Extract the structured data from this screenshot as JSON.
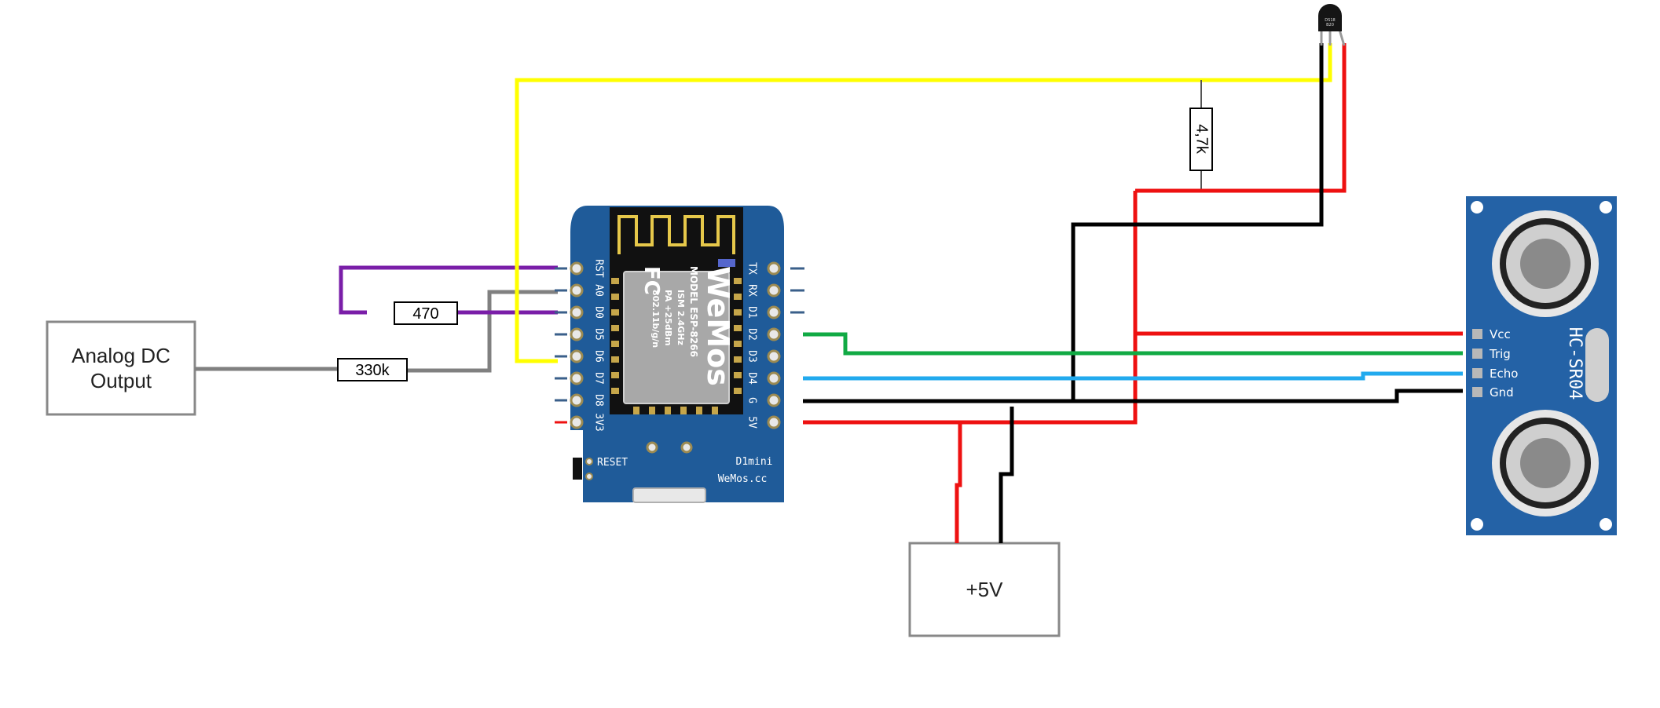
{
  "analog_box": {
    "line1": "Analog DC",
    "line2": "Output"
  },
  "power_box": {
    "label": "+5V"
  },
  "resistors": {
    "r_330k": "330k",
    "r_470": "470",
    "r_4k7": "4,7k"
  },
  "board": {
    "name": "D1mini",
    "brand_url": "WeMos.cc",
    "reset_label": "RESET",
    "left_pins": [
      "RST",
      "A0",
      "D0",
      "D5",
      "D6",
      "D7",
      "D8",
      "3V3"
    ],
    "right_pins": [
      "TX",
      "RX",
      "D1",
      "D2",
      "D3",
      "D4",
      "G",
      "5V"
    ],
    "module": {
      "model_line": "MODEL ESP-8266",
      "ism_line": "ISM 2.4GHz",
      "pa_line": "PA +25dBm",
      "wifi_line": "802.11b/g/n",
      "brand": "WeMos",
      "fcc": "FC"
    }
  },
  "sensor": {
    "name": "HC-SR04",
    "pins": [
      "Vcc",
      "Trig",
      "Echo",
      "Gnd"
    ]
  },
  "temp_sensor": {
    "marking_1": "DS18",
    "marking_2": "B20"
  },
  "wire_colors": {
    "signal_yellow": "#ffff00",
    "power_red": "#ee1111",
    "ground_black": "#000000",
    "trig_green": "#11aa44",
    "echo_blue": "#22aaee",
    "analog_gray": "#808080",
    "purple": "#7a1ea8"
  },
  "board_color": "#1f5b99",
  "sensor_color": "#2462a6"
}
